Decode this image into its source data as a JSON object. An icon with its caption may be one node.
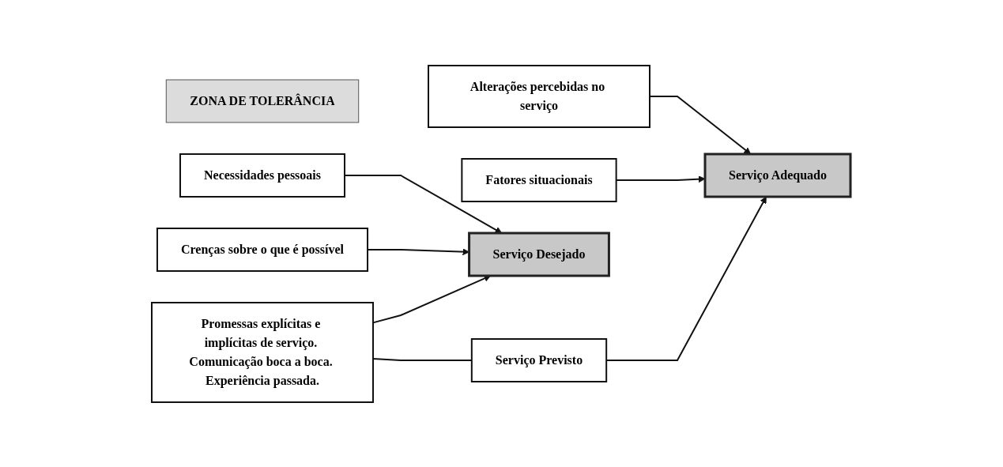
{
  "diagram": {
    "nodes": [
      {
        "text": [
          "Necessidades pessoais"
        ]
      },
      {
        "text": [
          "Crenças sobre o que é possível"
        ]
      },
      {
        "text": [
          "Serviço Desejado"
        ]
      },
      {
        "text": [
          "ZONA DE TOLERÂNCIA"
        ]
      },
      {
        "text": [
          "Serviço Adequado"
        ]
      },
      {
        "text": [
          "Promessas explícitas e implícitas de serviço. Comunicação boca a boca. Experiência passada."
        ]
      },
      {
        "text": [
          "Alterações percebidas no serviço"
        ]
      },
      {
        "text": [
          "Fatores situacionais"
        ]
      },
      {
        "text": [
          "Serviço Previsto"
        ]
      }
    ],
    "edges": [
      {
        "from": 0,
        "to": 2,
        "arrow": "to"
      },
      {
        "from": 1,
        "to": 2,
        "arrow": "to"
      },
      {
        "from": 5,
        "to": 2,
        "arrow": "to"
      },
      {
        "from": 6,
        "to": 4,
        "arrow": "to"
      },
      {
        "from": 7,
        "to": 4,
        "arrow": "to"
      },
      {
        "from": 8,
        "to": 4,
        "arrow": "to"
      },
      {
        "from": 5,
        "to": 8,
        "arrow": "none"
      }
    ]
  }
}
